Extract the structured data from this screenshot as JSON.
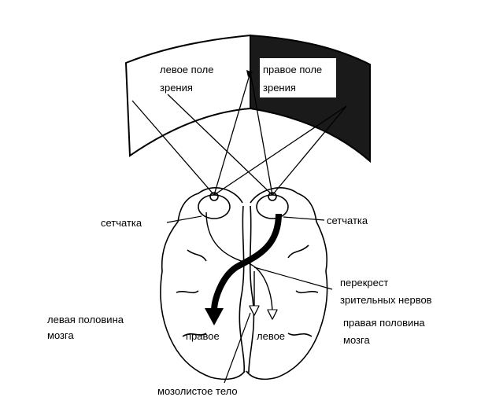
{
  "labels": {
    "left_field_line1": "левое поле",
    "left_field_line2": "зрения",
    "right_field_line1": "правое поле",
    "right_field_line2": "зрения",
    "retina_left": "сетчатка",
    "retina_right": "сетчатка",
    "chiasm_line1": "перекрест",
    "chiasm_line2": "зрительных нервов",
    "left_half_line1": "левая половина",
    "left_half_line2": "мозга",
    "right_half_line1": "правая половина",
    "right_half_line2": "мозга",
    "right_arrow": "правое",
    "left_arrow": "левое",
    "corpus_callosum": "мозолистое тело"
  },
  "colors": {
    "ink": "#000000",
    "paper": "#ffffff",
    "shade": "#1a1a1a"
  }
}
